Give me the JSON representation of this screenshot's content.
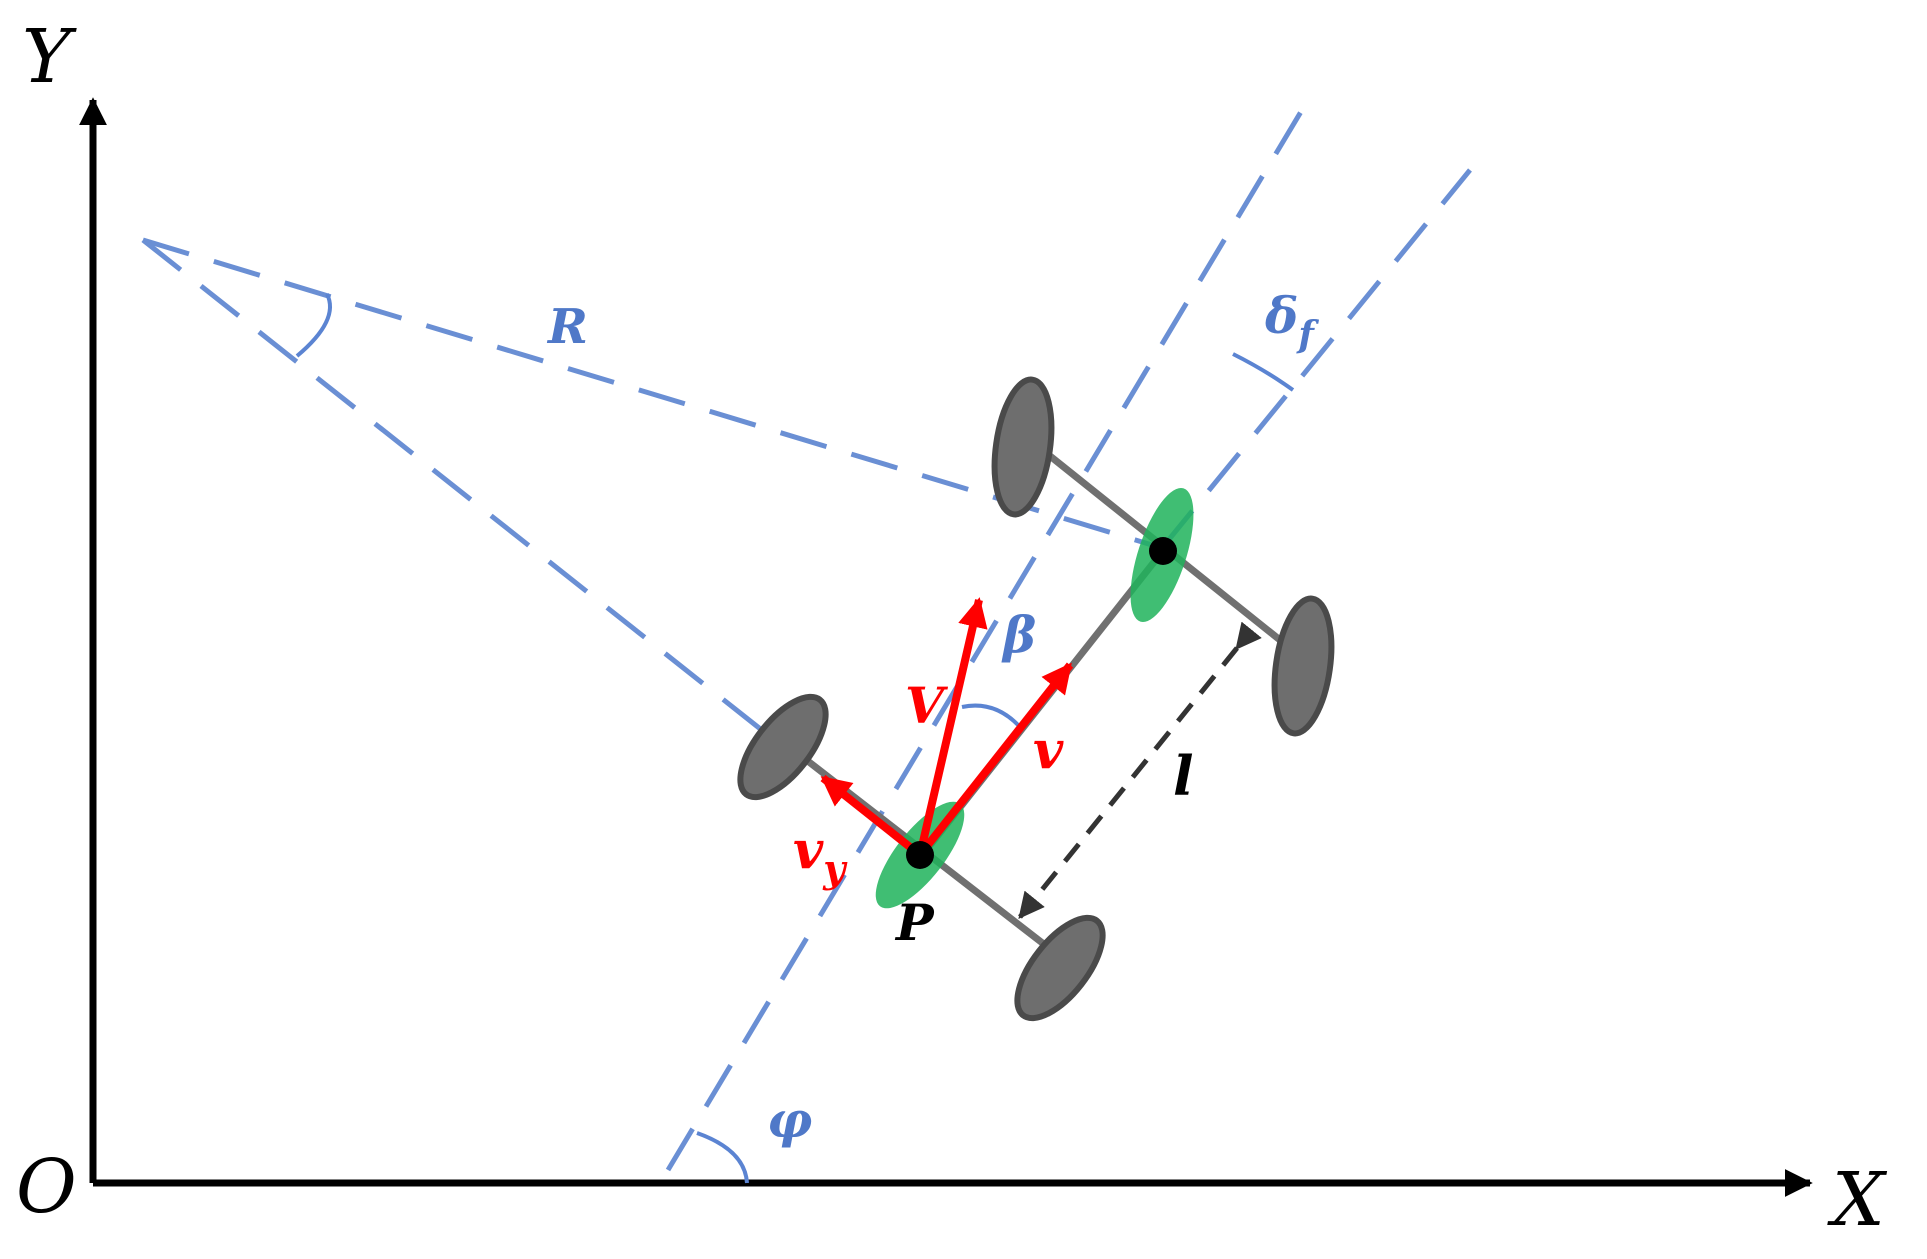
{
  "axes": {
    "x_label": "X",
    "y_label": "Y",
    "origin_label": "O"
  },
  "labels": {
    "radius": "R",
    "steer_angle": "δ",
    "steer_angle_sub": "f",
    "slip_angle": "β",
    "heading_angle": "φ",
    "wheelbase": "l",
    "point": "P",
    "velocity": "V",
    "longitudinal_velocity": "v",
    "lateral_velocity": "v",
    "lateral_velocity_sub": "y"
  },
  "colors": {
    "axis": "#000000",
    "construction_lines": "#6a8fd4",
    "velocity_vectors": "#ff0000",
    "wheels": "#6e6e6e",
    "contact_points": "#1fb35a",
    "wheelbase_arrow": "#333333"
  }
}
